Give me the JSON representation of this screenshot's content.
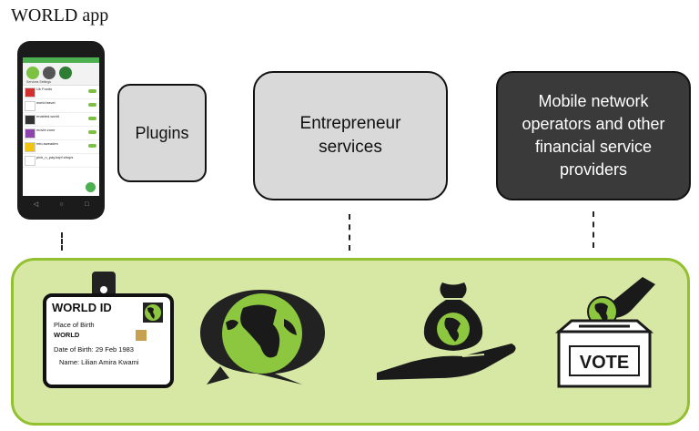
{
  "title": "WORLD app",
  "boxes": {
    "plugins": "Plugins",
    "entrepreneur": [
      "Entrepreneur",
      "services"
    ],
    "mno": [
      "Mobile network",
      "operators and other",
      "financial service",
      "providers"
    ]
  },
  "phone": {
    "header_labels": "Services Settings",
    "rows": [
      {
        "name": "Uk Foods",
        "thumb_color": "#d32f2f"
      },
      {
        "name": "world.travel",
        "thumb_color": "#ffffff"
      },
      {
        "name": "enabled.world",
        "thumb_color": "#333333"
      },
      {
        "name": "movie.zone",
        "thumb_color": "#8e44ad"
      },
      {
        "name": "mtn.sweaden",
        "thumb_color": "#f1c40f"
      },
      {
        "name": "pick_n_pay.kopf.shops",
        "thumb_color": "#ffffff"
      }
    ]
  },
  "id_card": {
    "title": "WORLD ID",
    "place_label": "Place of Birth",
    "place_value": "WORLD",
    "dob": "Date of Birth: 29 Feb 1983",
    "name": "Name: Lilian Amira Kwami"
  },
  "vote": "VOTE",
  "colors": {
    "panel_fill": "#d6e8a4",
    "panel_border": "#92c030",
    "globe_green": "#8dc63f",
    "dark_box": "#3a3a3a",
    "light_box": "#d9d9d9"
  },
  "icons": [
    "phone-icon",
    "id-card-icon",
    "speech-globe-icon",
    "money-bag-hand-icon",
    "vote-box-icon"
  ]
}
